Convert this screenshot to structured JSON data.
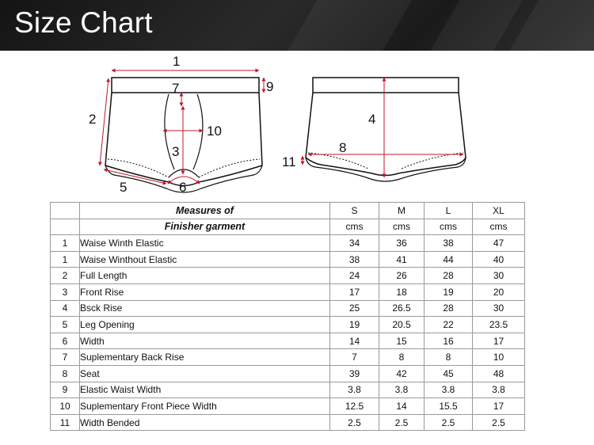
{
  "header": {
    "title": "Size Chart"
  },
  "diagram": {
    "callouts": {
      "c1": "1",
      "c2": "2",
      "c3": "3",
      "c4": "4",
      "c5": "5",
      "c6": "6",
      "c7": "7",
      "c8": "8",
      "c9": "9",
      "c10": "10",
      "c11": "11"
    }
  },
  "table": {
    "header_row1": {
      "measure": "Measures of",
      "sizes": [
        "S",
        "M",
        "L",
        "XL"
      ]
    },
    "header_row2": {
      "measure": "Finisher garment",
      "units": [
        "cms",
        "cms",
        "cms",
        "cms"
      ]
    },
    "rows": [
      {
        "num": "1",
        "measure": "Waise Winth Elastic",
        "values": [
          "34",
          "36",
          "38",
          "47"
        ]
      },
      {
        "num": "1",
        "measure": "Waise Winthout Elastic",
        "values": [
          "38",
          "41",
          "44",
          "40"
        ]
      },
      {
        "num": "2",
        "measure": "Full Length",
        "values": [
          "24",
          "26",
          "28",
          "30"
        ]
      },
      {
        "num": "3",
        "measure": "Front Rise",
        "values": [
          "17",
          "18",
          "19",
          "20"
        ]
      },
      {
        "num": "4",
        "measure": "Bsck Rise",
        "values": [
          "25",
          "26.5",
          "28",
          "30"
        ]
      },
      {
        "num": "5",
        "measure": "Leg Opening",
        "values": [
          "19",
          "20.5",
          "22",
          "23.5"
        ]
      },
      {
        "num": "6",
        "measure": "Width",
        "values": [
          "14",
          "15",
          "16",
          "17"
        ]
      },
      {
        "num": "7",
        "measure": "Suplementary Back Rise",
        "values": [
          "7",
          "8",
          "8",
          "10"
        ]
      },
      {
        "num": "8",
        "measure": "Seat",
        "values": [
          "39",
          "42",
          "45",
          "48"
        ]
      },
      {
        "num": "9",
        "measure": "Elastic Waist Width",
        "values": [
          "3.8",
          "3.8",
          "3.8",
          "3.8"
        ]
      },
      {
        "num": "10",
        "measure": "Suplementary Front Piece Width",
        "values": [
          "12.5",
          "14",
          "15.5",
          "17"
        ]
      },
      {
        "num": "11",
        "measure": "Width Bended",
        "values": [
          "2.5",
          "2.5",
          "2.5",
          "2.5"
        ]
      }
    ]
  },
  "colors": {
    "header_bg": "#1e1e1e",
    "measure_line": "#c0182a",
    "outline": "#111111",
    "grid": "#9a9a9a"
  }
}
